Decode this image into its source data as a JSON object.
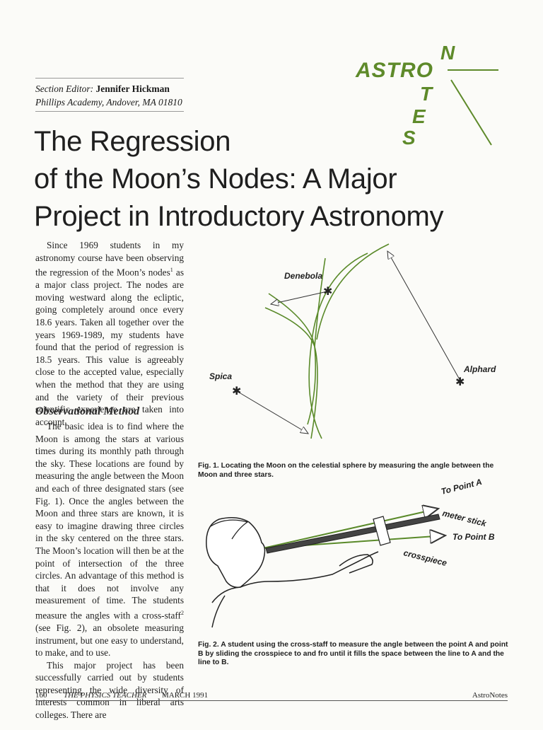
{
  "header": {
    "editor_label": "Section Editor:",
    "editor_name": "Jennifer Hickman",
    "affiliation": "Phillips Academy, Andover, MA  01810"
  },
  "logo": {
    "word_across": "ASTRO",
    "word_down": "NOTES",
    "color": "#5e8a2a"
  },
  "title": {
    "line1": "The Regression",
    "line2": "of the Moon’s Nodes:  A Major",
    "line3": "Project in Introductory Astronomy"
  },
  "intro": {
    "text_before": "Since 1969 students in my astronomy course have been observing the regression of the Moon’s nodes",
    "footnote": "1",
    "text_after": " as a major class project. The nodes are moving westward along the ecliptic, going completely around once every 18.6 years. Taken all together over the years 1969-1989, my students have found that the period of regression is 18.5 years. This value is agreeably close to the accepted value, especially when the method that they are using and the variety of their previous scientific experience are taken into account."
  },
  "observational": {
    "heading": "Observational Method",
    "p1_before": "The basic idea is to find where the Moon is among the stars at various times during its monthly path through the sky. These locations are found by measuring the angle between the Moon and each of three designated stars (see Fig. 1). Once the angles between the Moon and three stars are known, it is easy to imagine drawing three circles in the sky centered on the three stars. The Moon’s location will then be at the point of intersection of the three circles. An advantage of this method is that it does not involve any measurement of time. The students measure the angles with a cross-staff",
    "p1_footnote": "2",
    "p1_after": " (see Fig. 2), an obsolete measuring instrument, but one easy to understand, to make, and to use.",
    "p2": "This major project has been successfully carried out by students representing the wide diversity of interests common in liberal arts colleges. There are"
  },
  "figure1": {
    "stars": {
      "denebola": "Denebola",
      "spica": "Spica",
      "alphard": "Alphard"
    },
    "caption": "Fig. 1.  Locating the Moon on the celestial sphere by measuring the angle between the Moon and three stars."
  },
  "figure2": {
    "labels": {
      "point_a": "To Point A",
      "point_b": "To Point B",
      "meter_stick": "meter stick",
      "crosspiece": "crosspiece"
    },
    "caption": "Fig. 2.  A student using the cross-staff to measure the angle between the point A and point B by sliding the crosspiece to and fro until it fills the space between the line to A and the line to B."
  },
  "footer": {
    "page_number": "160",
    "journal": "THE PHYSICS TEACHER",
    "date": "MARCH 1991",
    "section": "AstroNotes"
  }
}
